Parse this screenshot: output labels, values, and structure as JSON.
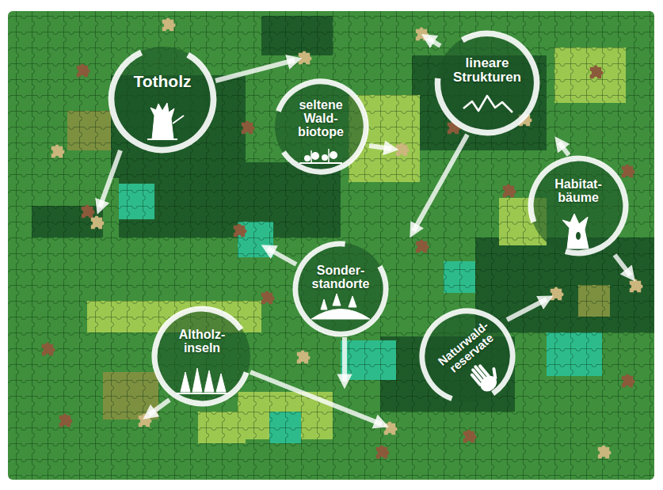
{
  "diagram": {
    "nodes": [
      {
        "text": [
          "Totholz"
        ]
      },
      {
        "text": [
          "seltene Wald- biotope"
        ]
      },
      {
        "text": [
          "lineare Strukturen"
        ]
      },
      {
        "text": [
          "Habitat- bäume"
        ]
      },
      {
        "text": [
          "Sonder- standorte"
        ]
      },
      {
        "text": [
          "Altholz- inseln"
        ]
      },
      {
        "text": [
          "Naturwald- reservate"
        ]
      }
    ]
  }
}
